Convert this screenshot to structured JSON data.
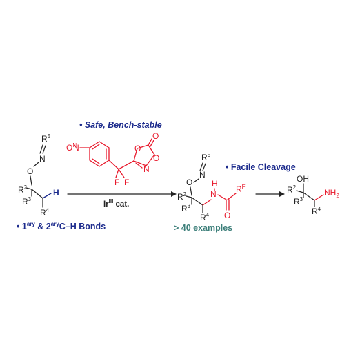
{
  "notes": {
    "reagent_feature": "• Safe, Bench-stable",
    "bond_scope_prefix": "• 1",
    "bond_scope_sup1": "ary",
    "bond_scope_mid": " & 2",
    "bond_scope_sup2": "ary",
    "bond_scope_suffix": "C–H Bonds",
    "examples": "> 40 examples",
    "cleavage": "• Facile Cleavage"
  },
  "conditions": {
    "catalyst_prefix": "Ir",
    "catalyst_sup": "III",
    "catalyst_suffix": " cat."
  },
  "atoms": {
    "R2": "R",
    "R2_sup": "2",
    "R3": "R",
    "R3_sup": "3",
    "R4": "R",
    "R4_sup": "4",
    "R5": "R",
    "R5_sup": "5",
    "RF": "R",
    "RF_sup": "F",
    "O": "O",
    "N": "N",
    "H": "H",
    "F": "F",
    "NO2_text": "O",
    "NO2_sub_N": "N",
    "NO2_O2": "O",
    "OH": "OH",
    "NH": "NH",
    "NH2_sub": "2"
  },
  "colors": {
    "black": "#222222",
    "red": "#e8192c",
    "blue": "#1b2a8c",
    "teal": "#3d7f7a"
  }
}
